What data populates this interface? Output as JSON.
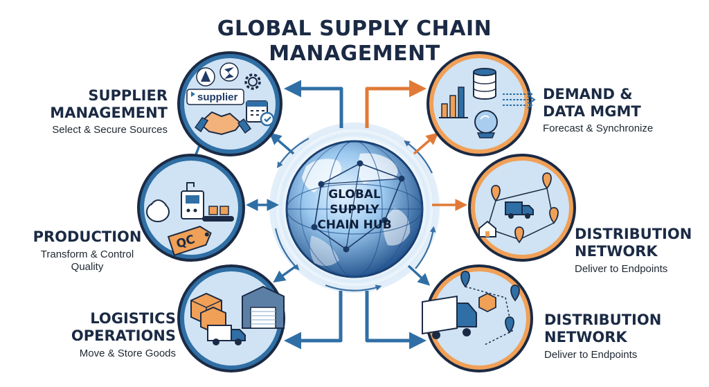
{
  "title": "GLOBAL SUPPLY CHAIN MANAGEMENT",
  "hub": {
    "label": "GLOBAL SUPPLY CHAIN HUB"
  },
  "nodes": {
    "supplier": {
      "heading": "SUPPLIER MANAGEMENT",
      "subtitle": "Select & Secure Sources",
      "badge": "supplier"
    },
    "production": {
      "heading": "PRODUCTION",
      "subtitle": "Transform & Control Quality",
      "tag": "QC"
    },
    "logistics": {
      "heading": "LOGISTICS OPERATIONS",
      "subtitle": "Move & Store Goods"
    },
    "demand": {
      "heading": "DEMAND & DATA MGMT",
      "subtitle": "Forecast & Synchronize"
    },
    "distribution_1": {
      "heading": "DISTRIBUTION NETWORK",
      "subtitle": "Deliver to Endpoints"
    },
    "distribution_2": {
      "heading": "DISTRIBUTION NETWORK",
      "subtitle": "Deliver to Endpoints"
    }
  },
  "colors": {
    "navy": "#1b2a44",
    "blue": "#2f6fa5",
    "light_blue": "#cfe3f4",
    "orange": "#f0a057",
    "dark_orange": "#d9783a",
    "glow": "#e6f1fb"
  },
  "icons": [
    "handshake-icon",
    "calendar-icon",
    "gear-icon",
    "robot-arm-icon",
    "conveyor-icon",
    "qc-tag-icon",
    "truck-icon",
    "warehouse-icon",
    "box-icon",
    "database-icon",
    "bar-chart-icon",
    "crystal-ball-icon",
    "map-pin-icon",
    "house-icon",
    "globe-icon"
  ]
}
